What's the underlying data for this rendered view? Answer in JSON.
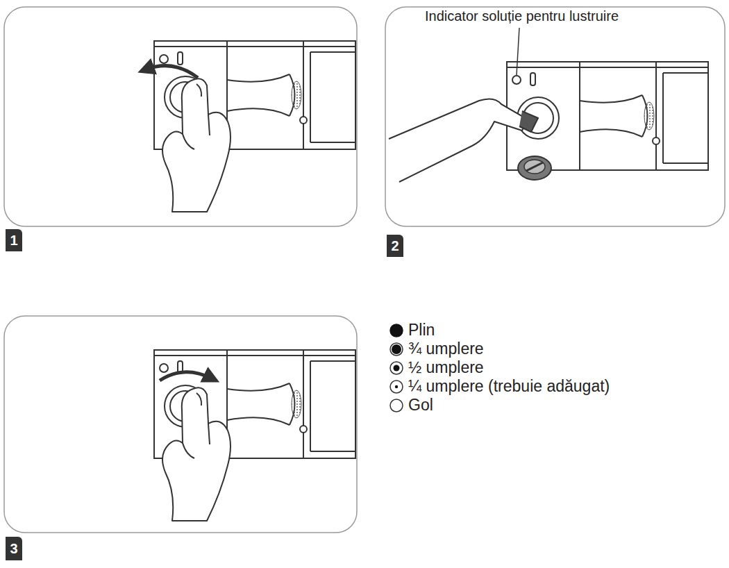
{
  "diagram": {
    "nodes": [
      {
        "text": [
          "1"
        ]
      },
      {
        "text": [
          "2"
        ]
      },
      {
        "text": [
          "3"
        ]
      }
    ],
    "labels": [
      "Indicator soluție pentru lustruire"
    ],
    "legend": [
      {
        "text": "Plin"
      },
      {
        "text": "¾ umplere"
      },
      {
        "text": "½ umplere"
      },
      {
        "text": "¼ umplere (trebuie adăugat)"
      },
      {
        "text": "Gol"
      }
    ]
  }
}
